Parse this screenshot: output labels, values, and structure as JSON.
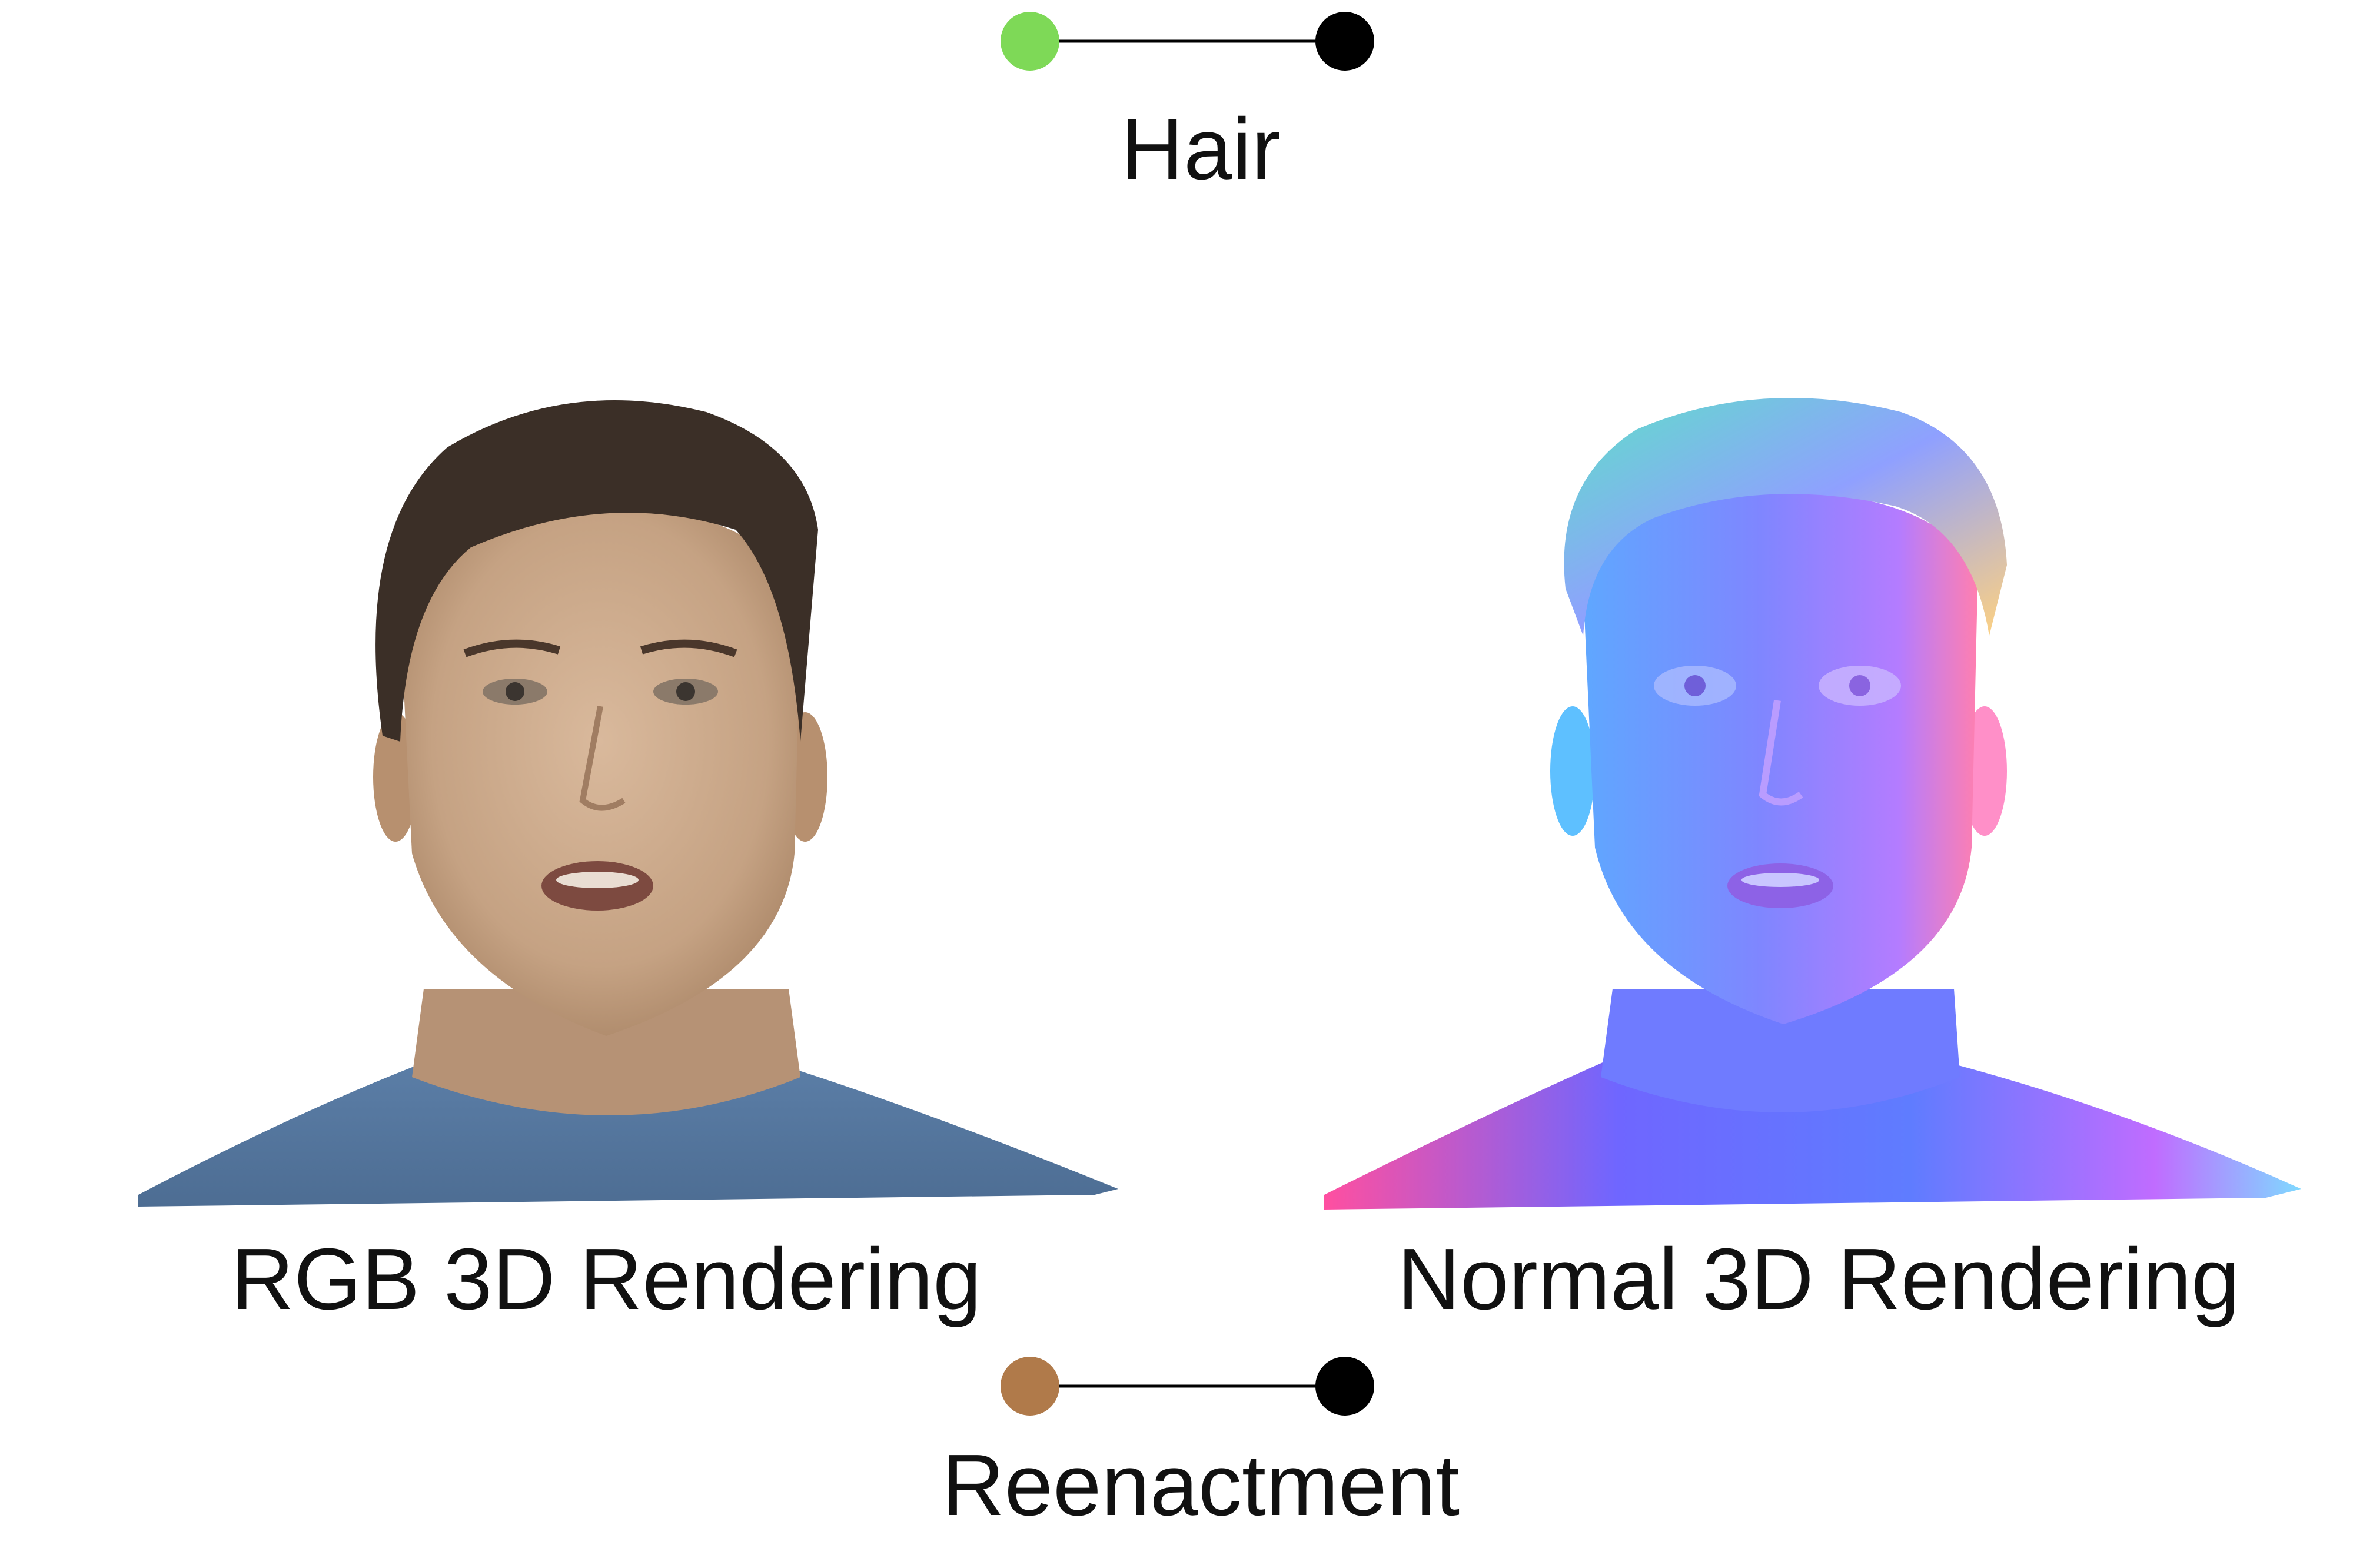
{
  "hair_slider": {
    "label": "Hair",
    "value": 0,
    "handle_color": "#7ed957",
    "end_color": "#000000"
  },
  "reenactment_slider": {
    "label": "Reenactment",
    "value": 0,
    "handle_color": "#b07a4a",
    "end_color": "#000000"
  },
  "views": {
    "rgb": {
      "label": "RGB 3D Rendering",
      "icon": "head-render-rgb"
    },
    "normal": {
      "label": "Normal 3D Rendering",
      "icon": "head-render-normal"
    }
  },
  "colors": {
    "background": "#ffffff",
    "text": "#111111",
    "track": "#000000"
  }
}
